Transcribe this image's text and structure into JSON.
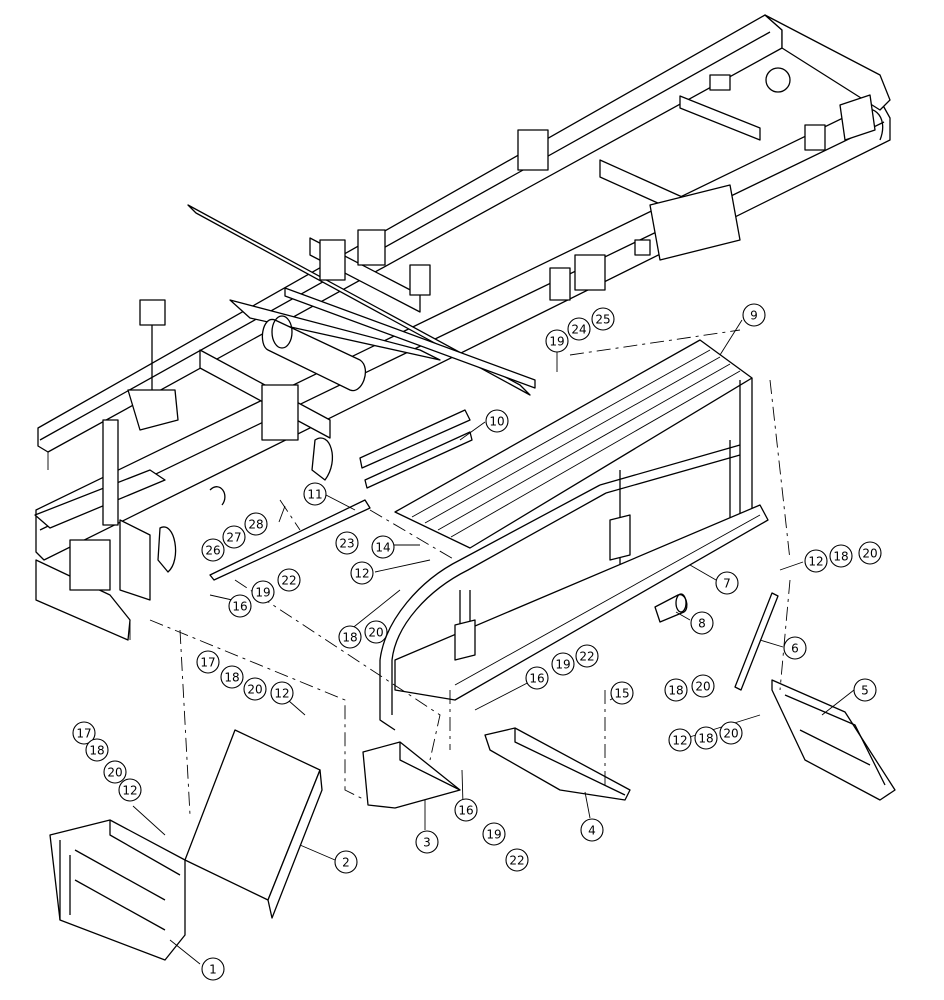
{
  "callouts": [
    {
      "id": "c1",
      "label": "1"
    },
    {
      "id": "c2",
      "label": "2"
    },
    {
      "id": "c3",
      "label": "3"
    },
    {
      "id": "c4",
      "label": "4"
    },
    {
      "id": "c5",
      "label": "5"
    },
    {
      "id": "c6",
      "label": "6"
    },
    {
      "id": "c7",
      "label": "7"
    },
    {
      "id": "c8",
      "label": "8"
    },
    {
      "id": "c9",
      "label": "9"
    },
    {
      "id": "c10",
      "label": "10"
    },
    {
      "id": "c11",
      "label": "11"
    },
    {
      "id": "c12a",
      "label": "12"
    },
    {
      "id": "c12b",
      "label": "12"
    },
    {
      "id": "c12c",
      "label": "12"
    },
    {
      "id": "c12d",
      "label": "12"
    },
    {
      "id": "c12e",
      "label": "12"
    },
    {
      "id": "c14",
      "label": "14"
    },
    {
      "id": "c15",
      "label": "15"
    },
    {
      "id": "c16a",
      "label": "16"
    },
    {
      "id": "c16b",
      "label": "16"
    },
    {
      "id": "c16c",
      "label": "16"
    },
    {
      "id": "c17a",
      "label": "17"
    },
    {
      "id": "c17b",
      "label": "17"
    },
    {
      "id": "c18a",
      "label": "18"
    },
    {
      "id": "c18b",
      "label": "18"
    },
    {
      "id": "c18c",
      "label": "18"
    },
    {
      "id": "c18d",
      "label": "18"
    },
    {
      "id": "c18e",
      "label": "18"
    },
    {
      "id": "c18f",
      "label": "18"
    },
    {
      "id": "c19a",
      "label": "19"
    },
    {
      "id": "c19b",
      "label": "19"
    },
    {
      "id": "c19c",
      "label": "19"
    },
    {
      "id": "c19d",
      "label": "19"
    },
    {
      "id": "c20a",
      "label": "20"
    },
    {
      "id": "c20b",
      "label": "20"
    },
    {
      "id": "c20c",
      "label": "20"
    },
    {
      "id": "c20d",
      "label": "20"
    },
    {
      "id": "c20e",
      "label": "20"
    },
    {
      "id": "c20f",
      "label": "20"
    },
    {
      "id": "c22a",
      "label": "22"
    },
    {
      "id": "c22b",
      "label": "22"
    },
    {
      "id": "c22c",
      "label": "22"
    },
    {
      "id": "c23",
      "label": "23"
    },
    {
      "id": "c24",
      "label": "24"
    },
    {
      "id": "c25",
      "label": "25"
    },
    {
      "id": "c26",
      "label": "26"
    },
    {
      "id": "c27",
      "label": "27"
    },
    {
      "id": "c28",
      "label": "28"
    }
  ]
}
